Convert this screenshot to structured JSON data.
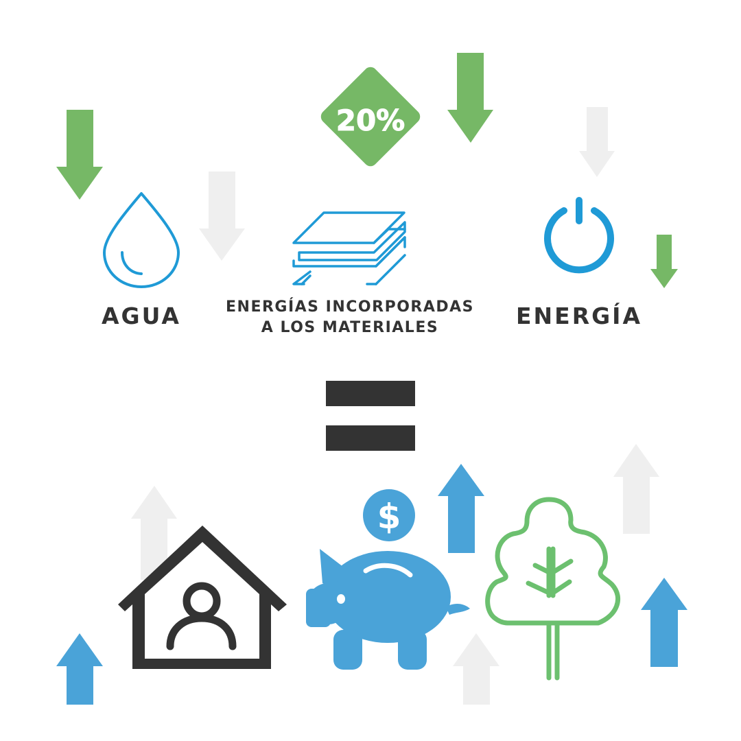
{
  "badge": {
    "text": "20%"
  },
  "labels": {
    "water": "AGUA",
    "materials_line1": "ENERGÍAS INCORPORADAS",
    "materials_line2": "A LOS MATERIALES",
    "energy": "ENERGÍA"
  },
  "icons": {
    "water": "water-drop-icon",
    "materials": "stacked-sheets-icon",
    "energy": "power-icon",
    "home": "house-person-icon",
    "savings": "piggy-bank-icon",
    "coin": "dollar-coin-icon",
    "nature": "tree-icon"
  },
  "colors": {
    "green": "#76b866",
    "blue": "#4aa3d8",
    "light_gray": "#efefef",
    "dark": "#333333",
    "tree_green": "#6cc06f",
    "icon_blue": "#1f9ad6"
  }
}
